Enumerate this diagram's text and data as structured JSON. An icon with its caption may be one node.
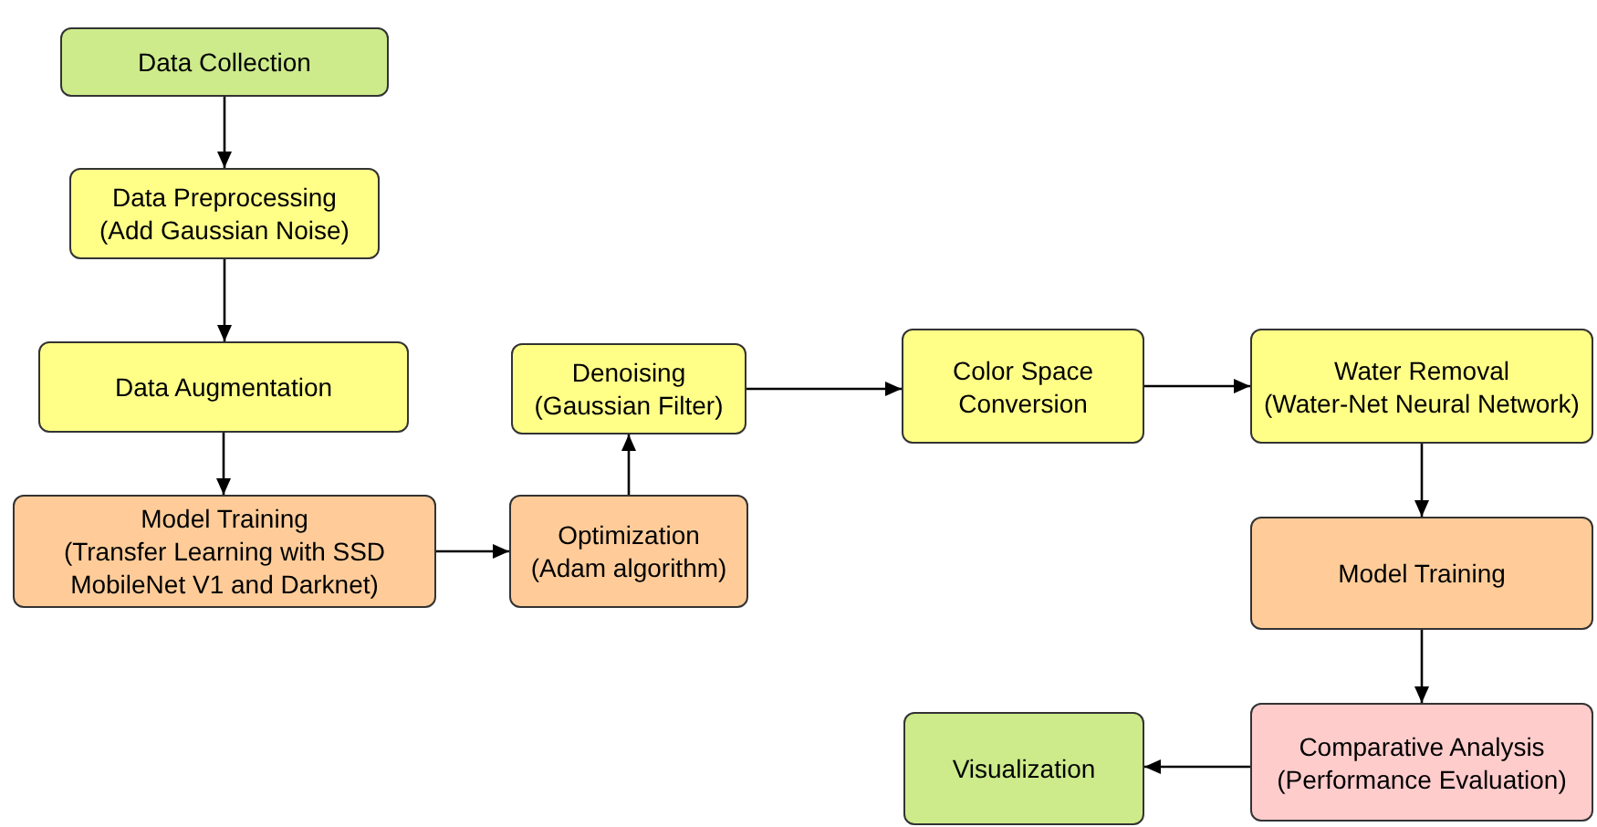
{
  "diagram": {
    "nodes": [
      {
        "text": [
          "Data Collection"
        ]
      },
      {
        "text": [
          "Data Preprocessing",
          "(Add Gaussian Noise)"
        ]
      },
      {
        "text": [
          "Data Augmentation"
        ]
      },
      {
        "text": [
          "Model Training",
          "(Transfer Learning with SSD MobileNet V1 and Darknet)"
        ]
      },
      {
        "text": [
          "Optimization",
          "(Adam algorithm)"
        ]
      },
      {
        "text": [
          "Denoising",
          "(Gaussian Filter)"
        ]
      },
      {
        "text": [
          "Color Space Conversion"
        ]
      },
      {
        "text": [
          "Water Removal",
          "(Water-Net Neural Network)"
        ]
      },
      {
        "text": [
          "Model Training"
        ]
      },
      {
        "text": [
          "Comparative Analysis",
          "(Performance Evaluation)"
        ]
      },
      {
        "text": [
          "Visualization"
        ]
      }
    ],
    "edges": [
      {
        "from": 0,
        "to": 1,
        "arrow": "to"
      },
      {
        "from": 1,
        "to": 2,
        "arrow": "to"
      },
      {
        "from": 2,
        "to": 3,
        "arrow": "to"
      },
      {
        "from": 3,
        "to": 4,
        "arrow": "to"
      },
      {
        "from": 4,
        "to": 5,
        "arrow": "to"
      },
      {
        "from": 5,
        "to": 6,
        "arrow": "to"
      },
      {
        "from": 6,
        "to": 7,
        "arrow": "to"
      },
      {
        "from": 7,
        "to": 8,
        "arrow": "to"
      },
      {
        "from": 8,
        "to": 9,
        "arrow": "to"
      },
      {
        "from": 9,
        "to": 10,
        "arrow": "to"
      }
    ]
  }
}
